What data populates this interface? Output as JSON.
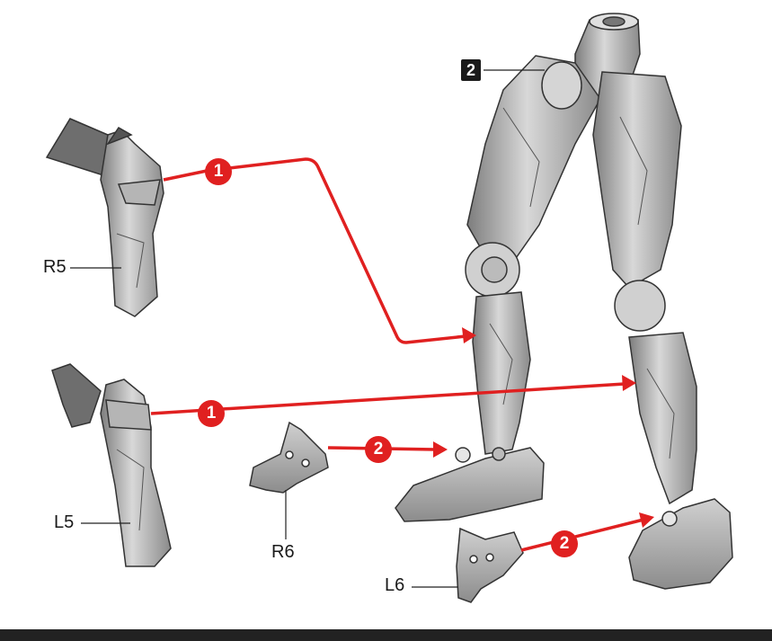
{
  "step": "2",
  "parts": {
    "r5": "R5",
    "l5": "L5",
    "r6": "R6",
    "l6": "L6"
  },
  "markers": {
    "m1a": "1",
    "m1b": "1",
    "m2a": "2",
    "m2b": "2"
  },
  "colors": {
    "arrow": "#e02020",
    "part_fill": "#c8c8c8",
    "part_shade": "#8f8f8f",
    "outline": "#333333",
    "bar": "#222222"
  }
}
